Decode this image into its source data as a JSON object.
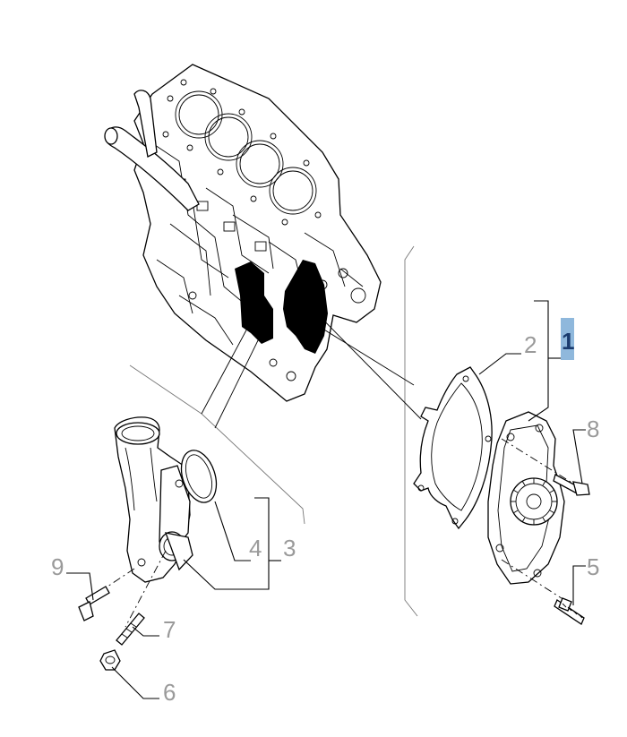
{
  "callouts": [
    {
      "id": "1",
      "label": "1",
      "highlight_color": "#8fb8dc",
      "active": true
    },
    {
      "id": "2",
      "label": "2"
    },
    {
      "id": "3",
      "label": "3"
    },
    {
      "id": "4",
      "label": "4"
    },
    {
      "id": "5",
      "label": "5"
    },
    {
      "id": "6",
      "label": "6"
    },
    {
      "id": "7",
      "label": "7"
    },
    {
      "id": "8",
      "label": "8"
    },
    {
      "id": "9",
      "label": "9"
    }
  ],
  "colors": {
    "callout_text": "#9a9a9a",
    "callout_active_text": "#1a3b6e",
    "callout_active_bg": "#8fb8dc",
    "line": "#000000"
  },
  "parts": [
    "engine-block",
    "water-pump",
    "pump-gasket",
    "thermostat-housing",
    "o-ring",
    "bolt",
    "stud",
    "nut"
  ]
}
